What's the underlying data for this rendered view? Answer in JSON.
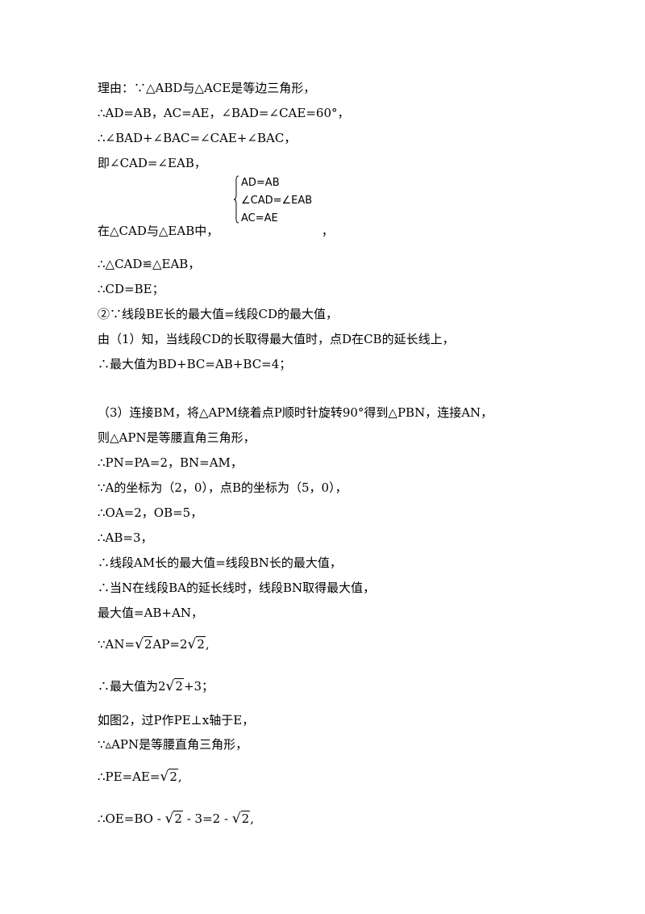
{
  "lines": {
    "l1": "理由：∵△ABD与△ACE是等边三角形，",
    "l2": "∴AD=AB，AC=AE，∠BAD=∠CAE=60°，",
    "l3": "∴∠BAD+∠BAC=∠CAE+∠BAC，",
    "l4": "即∠CAD=∠EAB，",
    "l5_pre": "在△CAD与△EAB中，",
    "l5_post": "，",
    "l6": "∴△CAD≌△EAB，",
    "l7": "∴CD=BE；",
    "l8": "②∵线段BE长的最大值=线段CD的最大值，",
    "l9": "由（1）知，当线段CD的长取得最大值时，点D在CB的延长线上，",
    "l10": "∴最大值为BD+BC=AB+BC=4；",
    "l11": "（3）连接BM，将△APM绕着点P顺时针旋转90°得到△PBN，连接AN，",
    "l12": "则△APN是等腰直角三角形，",
    "l13": "∴PN=PA=2，BN=AM，",
    "l14": "∵A的坐标为（2，0），点B的坐标为（5，0），",
    "l15": "∴OA=2，OB=5，",
    "l16": "∴AB=3，",
    "l17": "∴线段AM长的最大值=线段BN长的最大值，",
    "l18": "∴当N在线段BA的延长线时，线段BN取得最大值，",
    "l19": "最大值=AB+AN，",
    "l20_a": "∵AN=",
    "l20_b": "AP=2",
    "l20_c": ",",
    "l21_a": "∴最大值为2",
    "l21_b": "+3；",
    "l22": "如图2，过P作PE⊥x轴于E，",
    "l23": "∵▵APN是等腰直角三角形，",
    "l24_a": "∴PE=AE=",
    "l24_b": ",",
    "l25_a": "∴OE=BO - ",
    "l25_b": " - 3=2 - ",
    "l25_c": ","
  },
  "system": {
    "row1": "AD=AB",
    "row2": "∠CAD=∠EAB",
    "row3": "AC=AE"
  },
  "sqrt_radicand": "2"
}
